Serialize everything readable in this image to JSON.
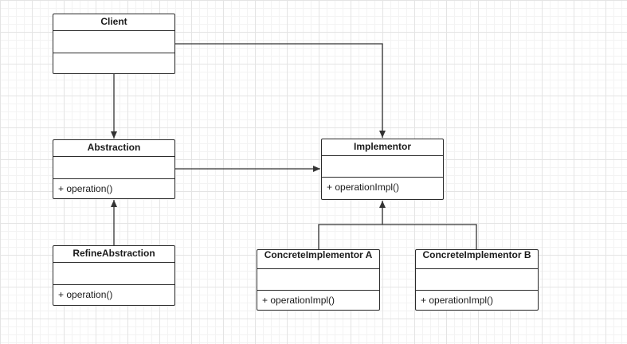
{
  "colors": {
    "line": "#333333",
    "border": "#2b2b2b",
    "grid": "#e4e4e4"
  },
  "classes": {
    "client": {
      "name": "Client",
      "operation": ""
    },
    "abstraction": {
      "name": "Abstraction",
      "operation": "+ operation()"
    },
    "refine_abstraction": {
      "name": "RefineAbstraction",
      "operation": "+ operation()"
    },
    "implementor": {
      "name": "Implementor",
      "operation": "+ operationImpl()"
    },
    "concrete_a": {
      "name": "ConcreteImplementor A",
      "operation": "+ operationImpl()"
    },
    "concrete_b": {
      "name": "ConcreteImplementor B",
      "operation": "+ operationImpl()"
    }
  }
}
